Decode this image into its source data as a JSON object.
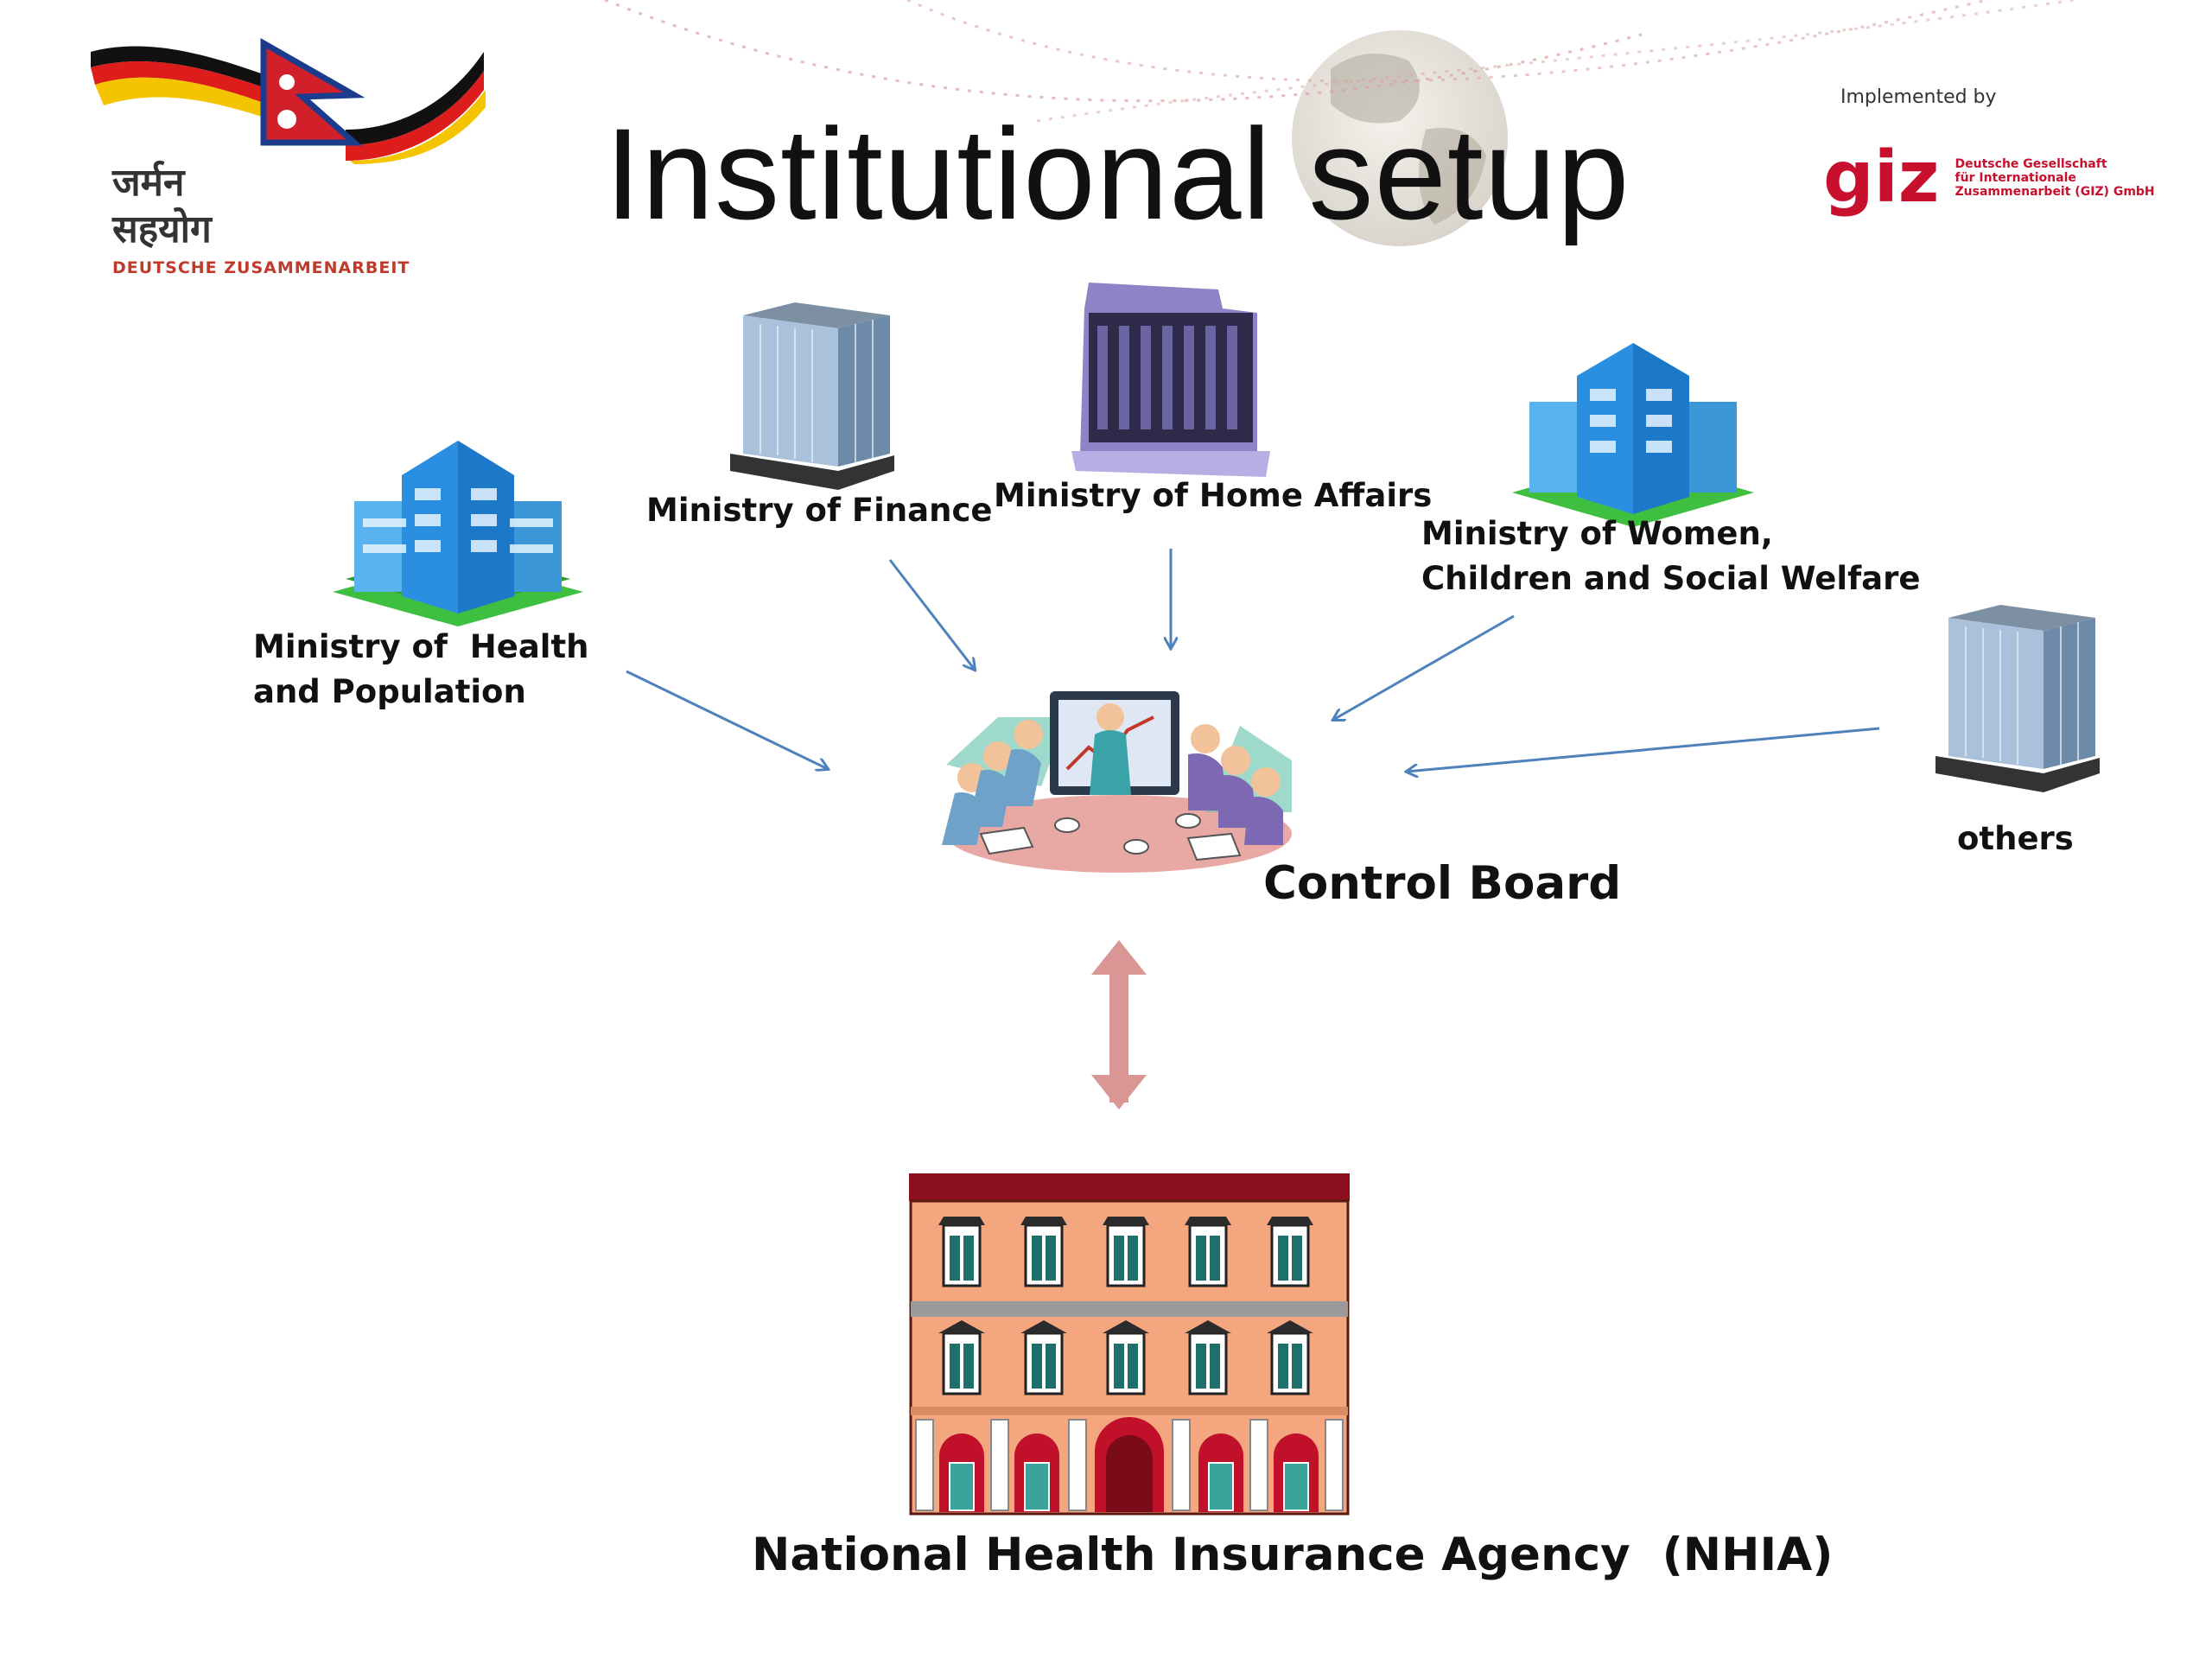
{
  "title": "Institutional setup",
  "logo_left": {
    "line1": "जर्मन",
    "line2": "सहयोग",
    "line3": "DEUTSCHE ZUSAMMENARBEIT"
  },
  "logo_right": {
    "implemented_by": "Implemented by",
    "brand": "giz",
    "sub1": "Deutsche Gesellschaft",
    "sub2": "für Internationale",
    "sub3": "Zusammenarbeit (GIZ) GmbH"
  },
  "nodes": {
    "health": {
      "line1": "Ministry of  Health",
      "line2": "and Population"
    },
    "finance": {
      "line1": "Ministry of Finance"
    },
    "home": {
      "line1": "Ministry of Home Affairs"
    },
    "women": {
      "line1": "Ministry of Women,",
      "line2": "Children and Social Welfare"
    },
    "others": {
      "line1": "others"
    },
    "board": {
      "line1": "Control Board"
    },
    "agency": {
      "line1": "National Health Insurance Agency  (NHIA)"
    }
  },
  "colors": {
    "arrow": "#4f81bd",
    "double_arrow": "#d99694",
    "giz_red": "#c8102e",
    "building_blue": "#3fa7e8",
    "agency_wall": "#f4a67f"
  }
}
